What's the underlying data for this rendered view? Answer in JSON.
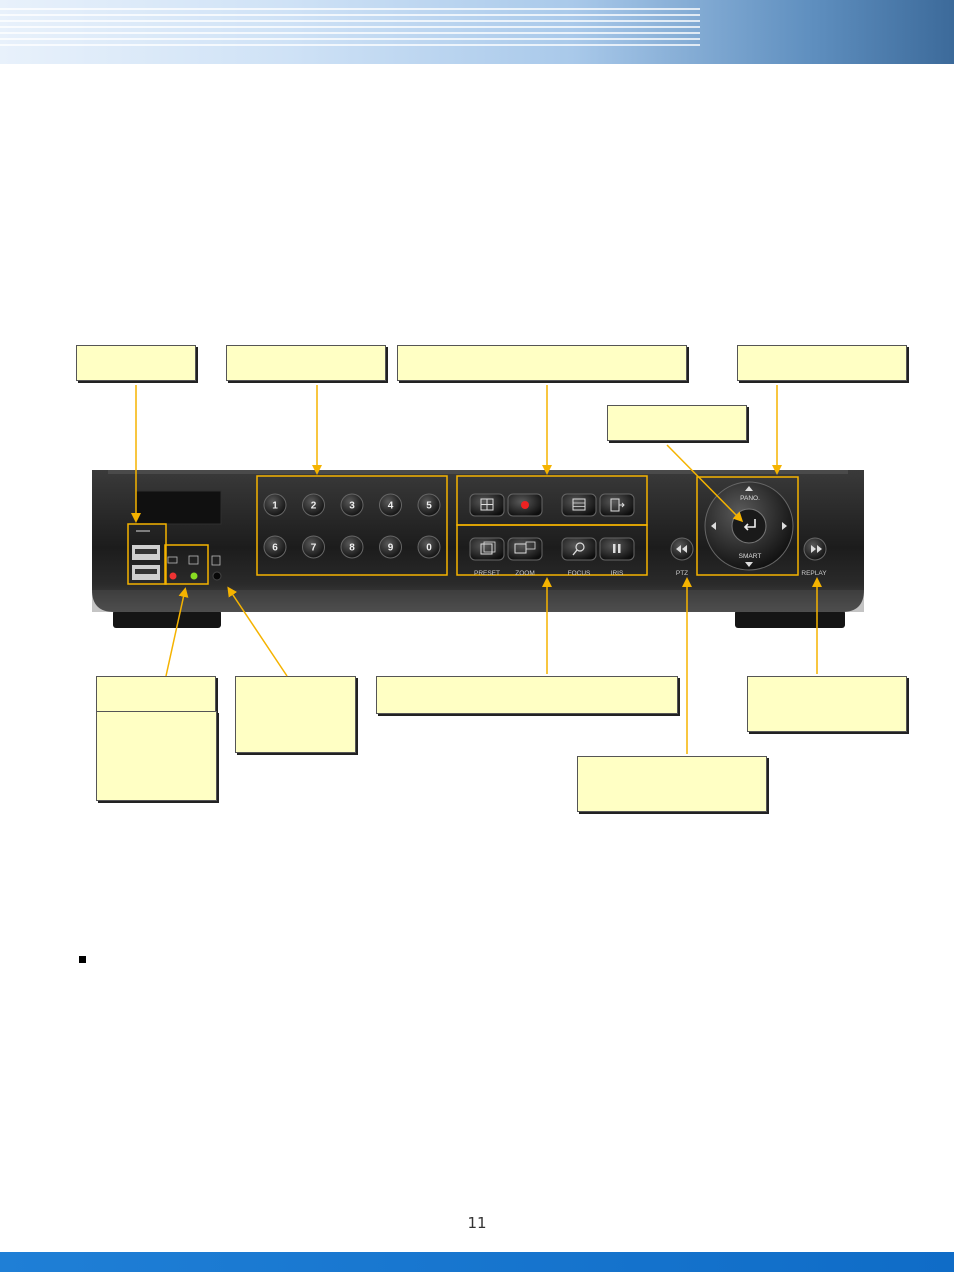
{
  "page": {
    "number": "11"
  },
  "header": {
    "accent_color": "#3c6a9a"
  },
  "footer": {
    "color": "#1f7fd6"
  },
  "callout_color": "#ffffc4",
  "arrow_color": "#f5b300",
  "device": {
    "number_keys": [
      "1",
      "2",
      "3",
      "4",
      "5",
      "6",
      "7",
      "8",
      "9",
      "0"
    ],
    "labels": {
      "preset": "PRESET",
      "zoom": "ZOOM",
      "focus": "FOCUS",
      "iris": "IRIS",
      "ptz": "PTZ",
      "replay": "REPLAY",
      "pano": "PANO.",
      "smart": "SMART"
    }
  }
}
